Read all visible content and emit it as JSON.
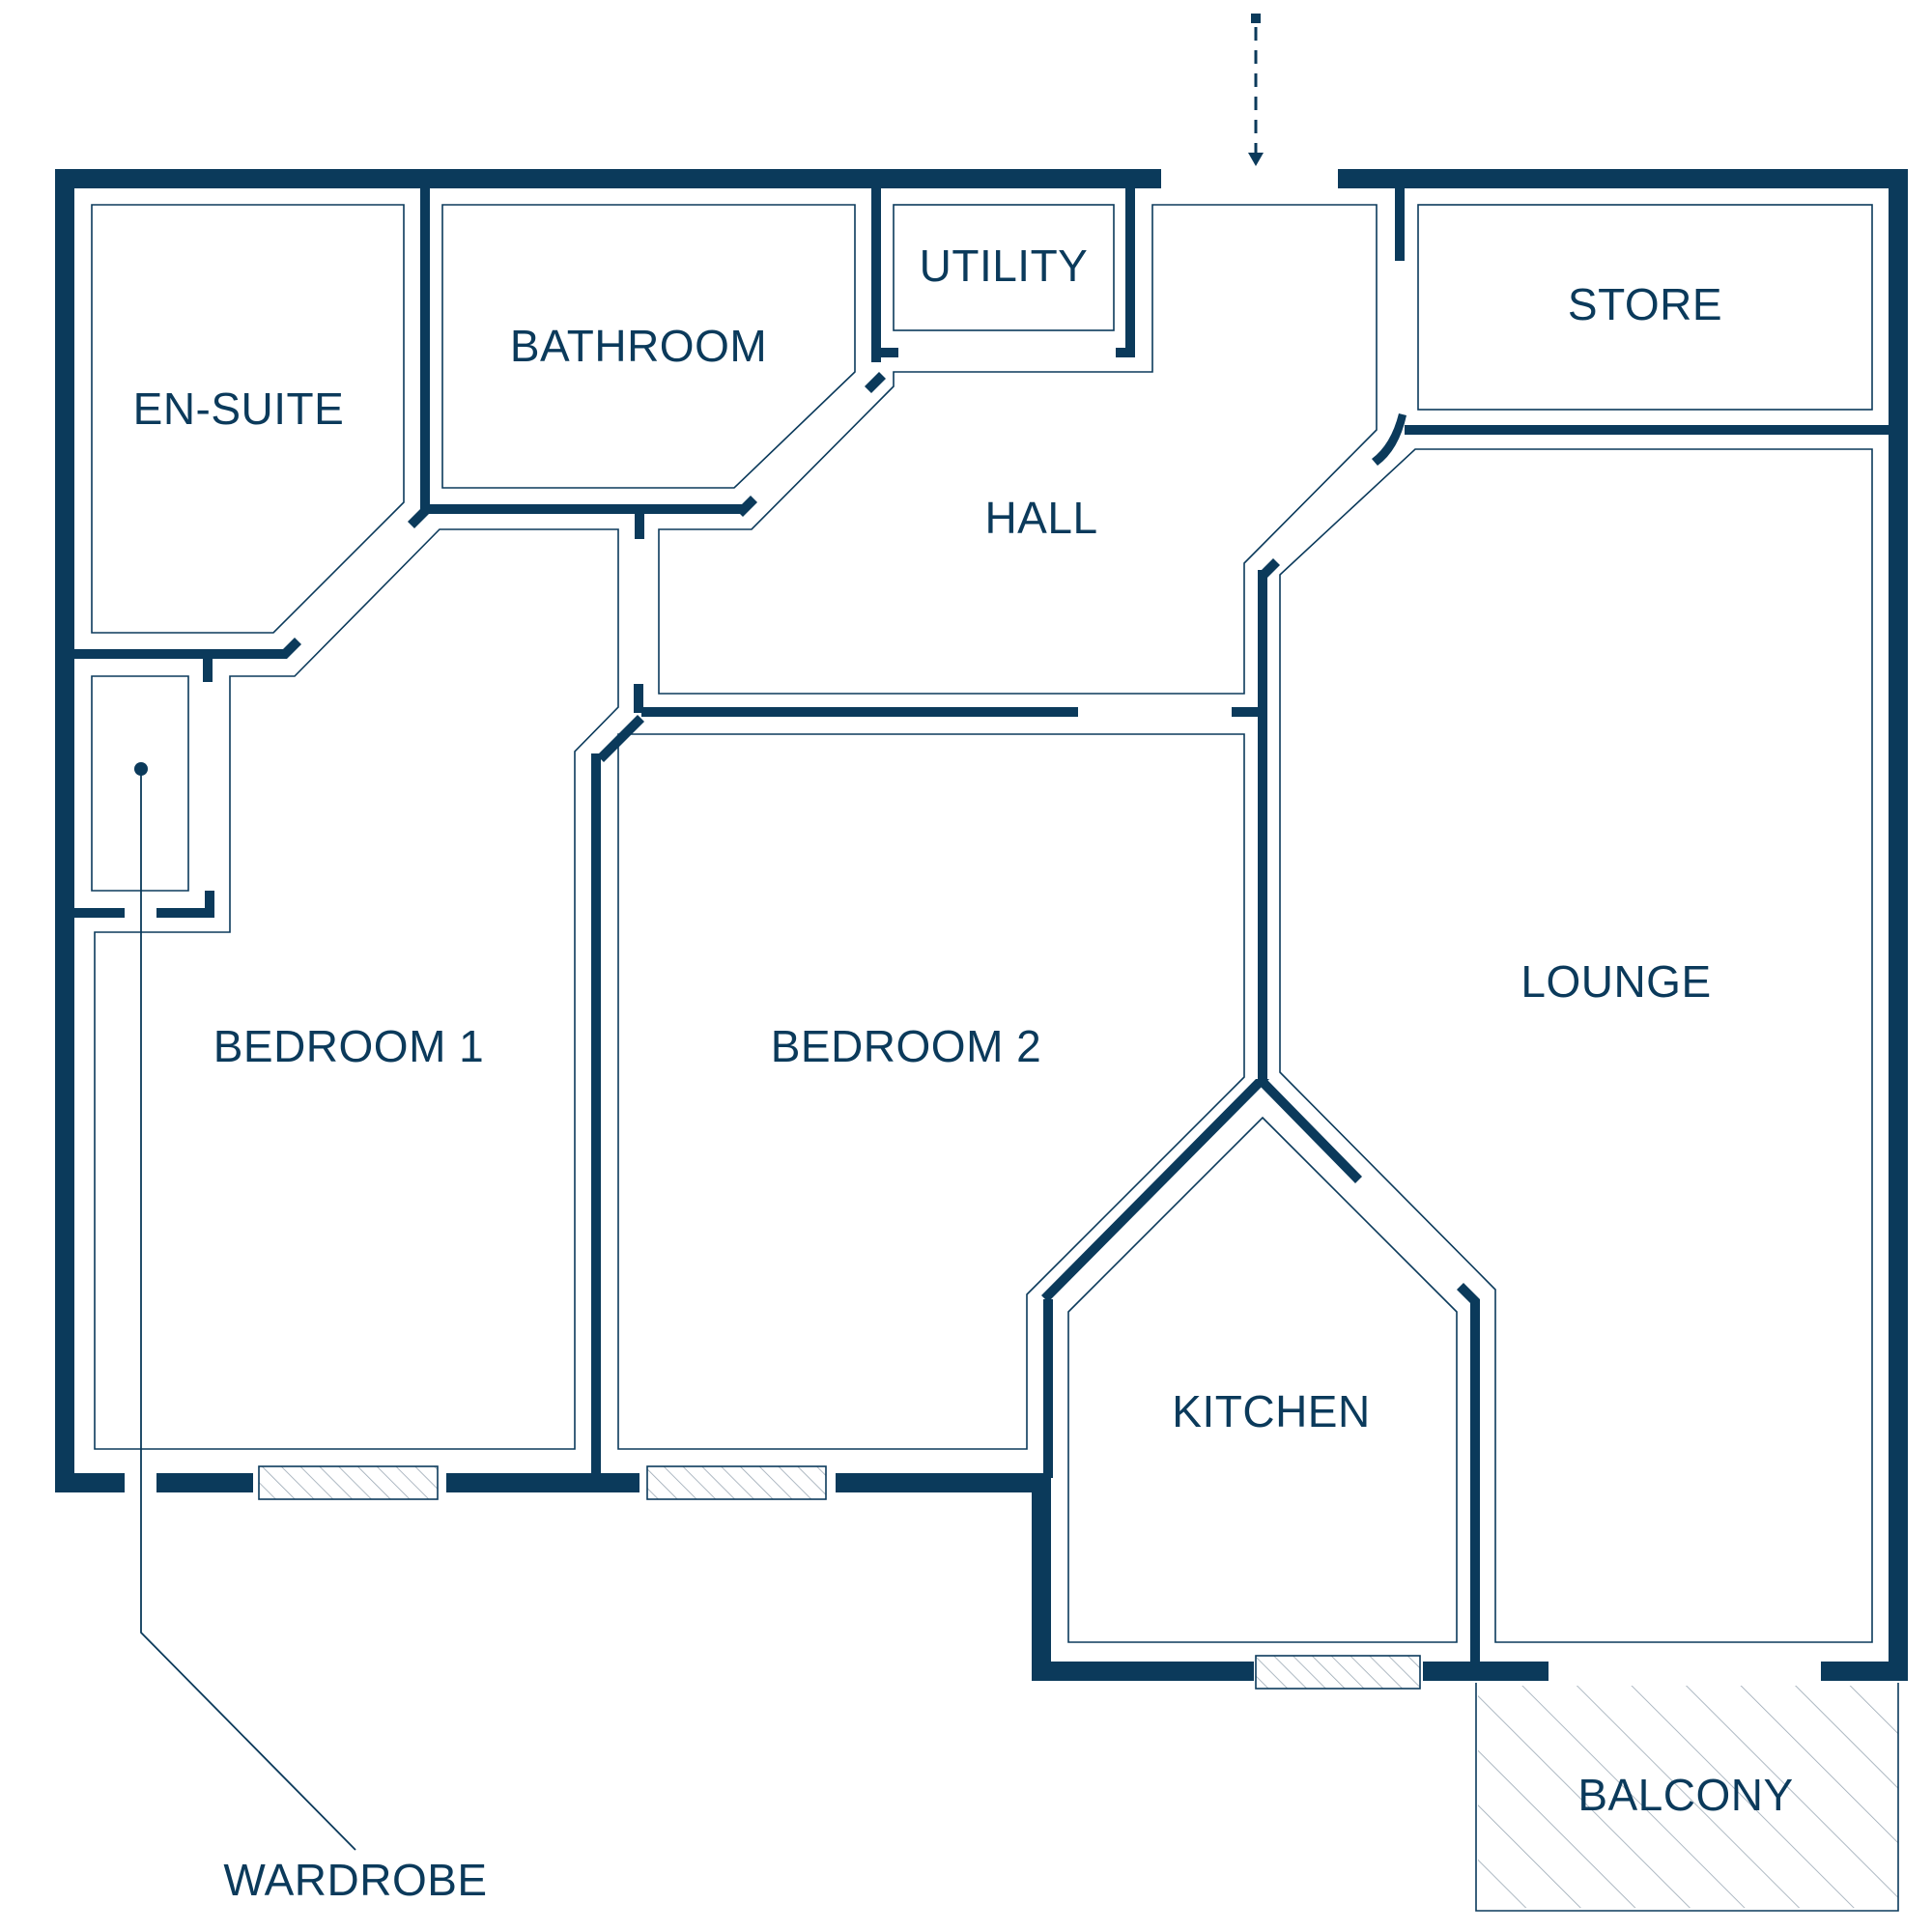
{
  "floorplan": {
    "colors": {
      "wall": "#0b3a5b",
      "background": "#ffffff"
    },
    "rooms": {
      "en_suite": "EN-SUITE",
      "bathroom": "BATHROOM",
      "utility": "UTILITY",
      "store": "STORE",
      "hall": "HALL",
      "bedroom_1": "BEDROOM 1",
      "bedroom_2": "BEDROOM 2",
      "lounge": "LOUNGE",
      "kitchen": "KITCHEN",
      "balcony": "BALCONY"
    },
    "callouts": {
      "wardrobe": "WARDROBE"
    },
    "icons": {
      "entry": "entry-arrow-icon",
      "leader_dot": "wardrobe-marker-icon"
    }
  }
}
